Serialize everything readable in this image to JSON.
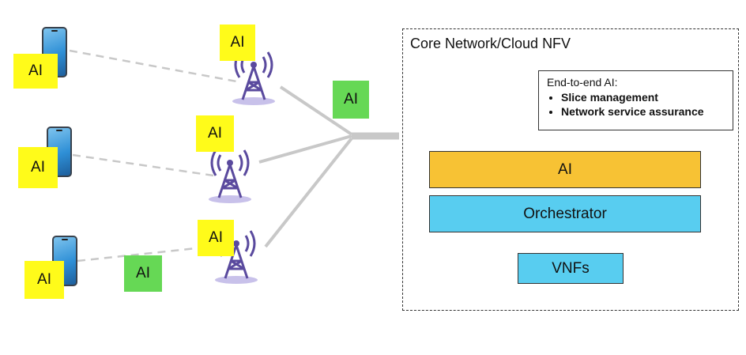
{
  "labels": {
    "ai": "AI"
  },
  "core": {
    "title": "Core Network/Cloud NFV",
    "end_to_end": {
      "heading": "End-to-end AI:",
      "items": [
        "Slice management",
        "Network service assurance"
      ]
    },
    "layers": {
      "ai": "AI",
      "orchestrator": "Orchestrator",
      "vnfs": "VNFs"
    }
  },
  "colors": {
    "sticky_yellow": "#fffb1a",
    "green_ai": "#66d855",
    "ai_layer": "#f7c234",
    "orchestrator_layer": "#58cdf0",
    "tower_purple": "#5a4a9e",
    "link_gray": "#c8c8c8"
  }
}
